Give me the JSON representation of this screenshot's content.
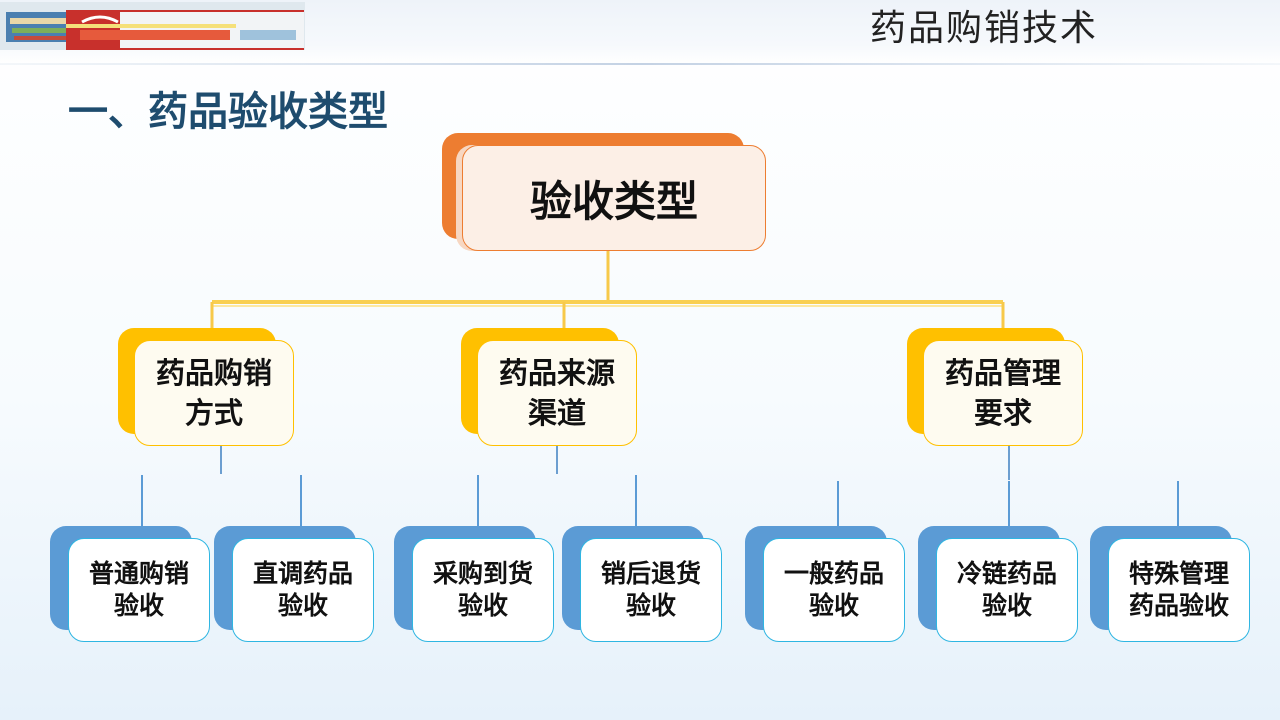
{
  "header": {
    "title": "药品购销技术",
    "logo_icon": "medicine-package-banner-image"
  },
  "section_title": "一、药品验收类型",
  "colors": {
    "top_accent": "#ed7d31",
    "mid_accent": "#ffc000",
    "leaf_accent": "#5b9bd5",
    "leaf_border": "#2fb6e2",
    "title_color": "#1e4c6e"
  },
  "diagram": {
    "root": "验收类型",
    "categories": [
      {
        "label_line1": "药品购销",
        "label_line2": "方式",
        "children": [
          {
            "label_line1": "普通购销",
            "label_line2": "验收"
          },
          {
            "label_line1": "直调药品",
            "label_line2": "验收"
          }
        ]
      },
      {
        "label_line1": "药品来源",
        "label_line2": "渠道",
        "children": [
          {
            "label_line1": "采购到货",
            "label_line2": "验收"
          },
          {
            "label_line1": "销后退货",
            "label_line2": "验收"
          }
        ]
      },
      {
        "label_line1": "药品管理",
        "label_line2": "要求",
        "children": [
          {
            "label_line1": "一般药品",
            "label_line2": "验收"
          },
          {
            "label_line1": "冷链药品",
            "label_line2": "验收"
          },
          {
            "label_line1": "特殊管理",
            "label_line2": "药品验收"
          }
        ]
      }
    ]
  }
}
